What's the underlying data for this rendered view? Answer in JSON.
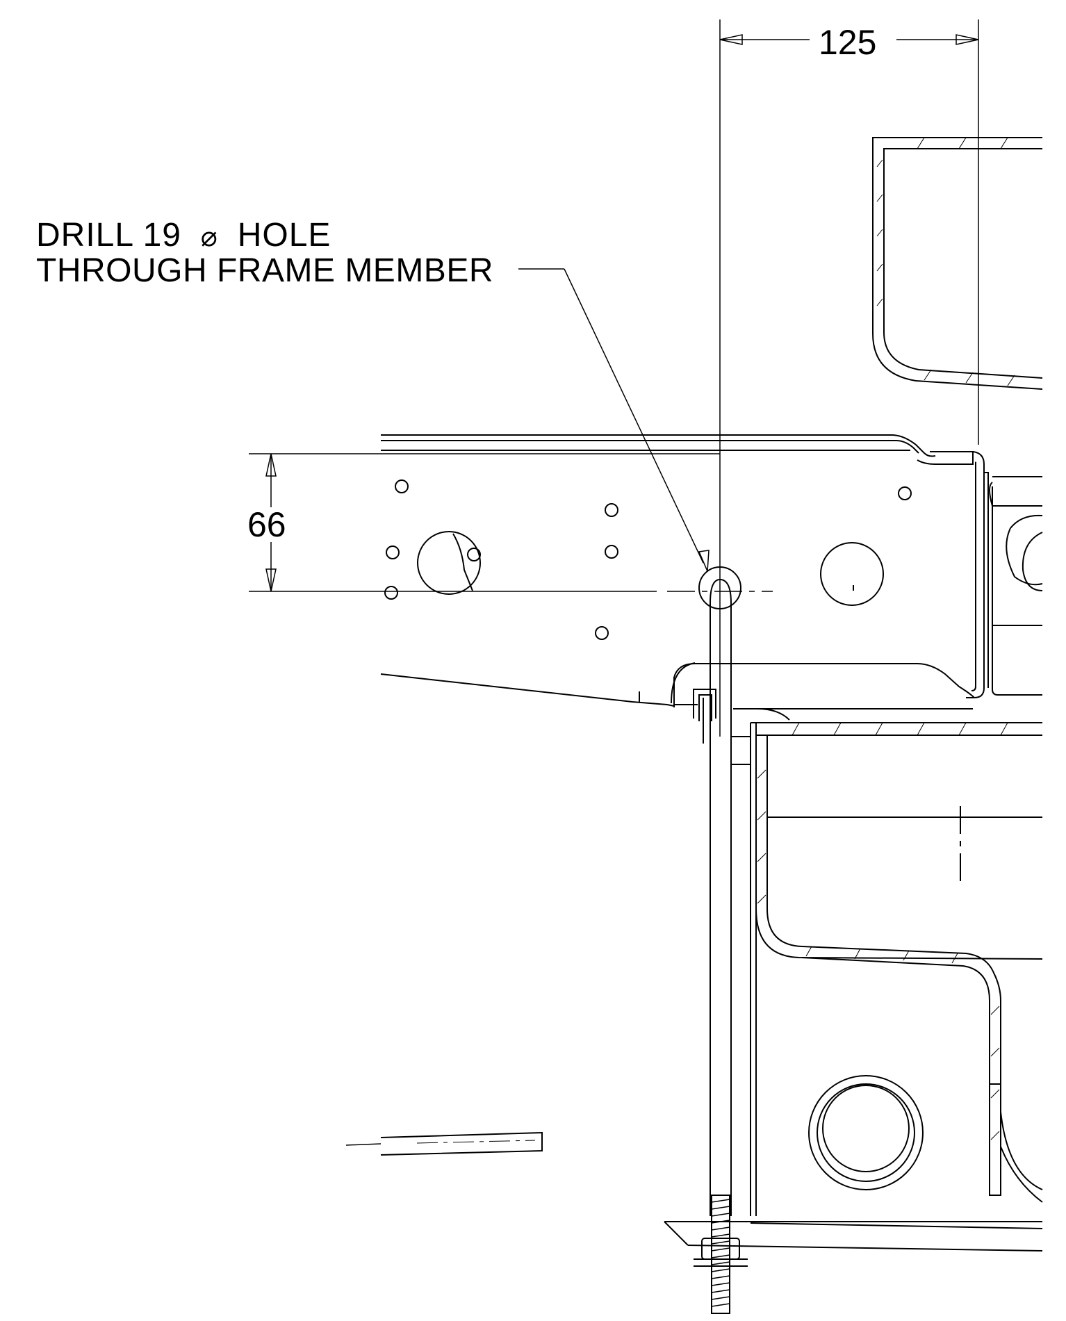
{
  "annotations": {
    "drill_note_line1_a": "DRILL 19",
    "diameter_symbol": "⌀",
    "drill_note_line1_b": "HOLE",
    "drill_note_line2": "THROUGH FRAME MEMBER"
  },
  "dimensions": {
    "horizontal": "125",
    "vertical": "66"
  },
  "colors": {
    "line": "#000000",
    "background": "#ffffff"
  }
}
